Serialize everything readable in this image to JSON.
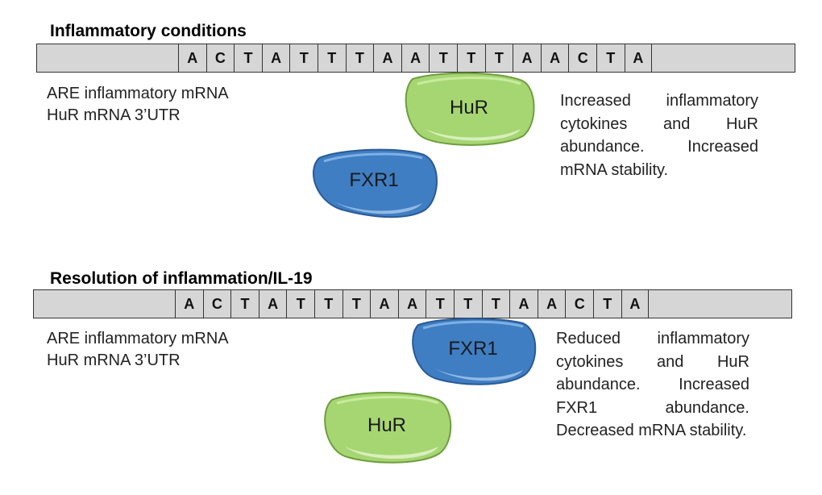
{
  "sequence": [
    "A",
    "C",
    "T",
    "A",
    "T",
    "T",
    "T",
    "A",
    "A",
    "T",
    "T",
    "T",
    "A",
    "A",
    "C",
    "T",
    "A"
  ],
  "colors": {
    "strand": "#d6d6d6",
    "hur_green": "#a6d672",
    "fxr1_blue": "#3f7ec3"
  },
  "panels": [
    {
      "title": "Inflammatory conditions",
      "mrna_labels": [
        "ARE inflammatory mRNA",
        "HuR  mRNA 3’UTR"
      ],
      "bound_protein": "HuR",
      "free_protein": "FXR1",
      "description": "Increased inflammatory cytokines and HuR abundance. Increased mRNA stability."
    },
    {
      "title": "Resolution of inflammation/IL-19",
      "mrna_labels": [
        "ARE inflammatory mRNA",
        "HuR  mRNA 3’UTR"
      ],
      "bound_protein": "FXR1",
      "free_protein": "HuR",
      "description": "Reduced inflammatory cytokines and HuR abundance. Increased FXR1 abundance. Decreased mRNA stability."
    }
  ]
}
